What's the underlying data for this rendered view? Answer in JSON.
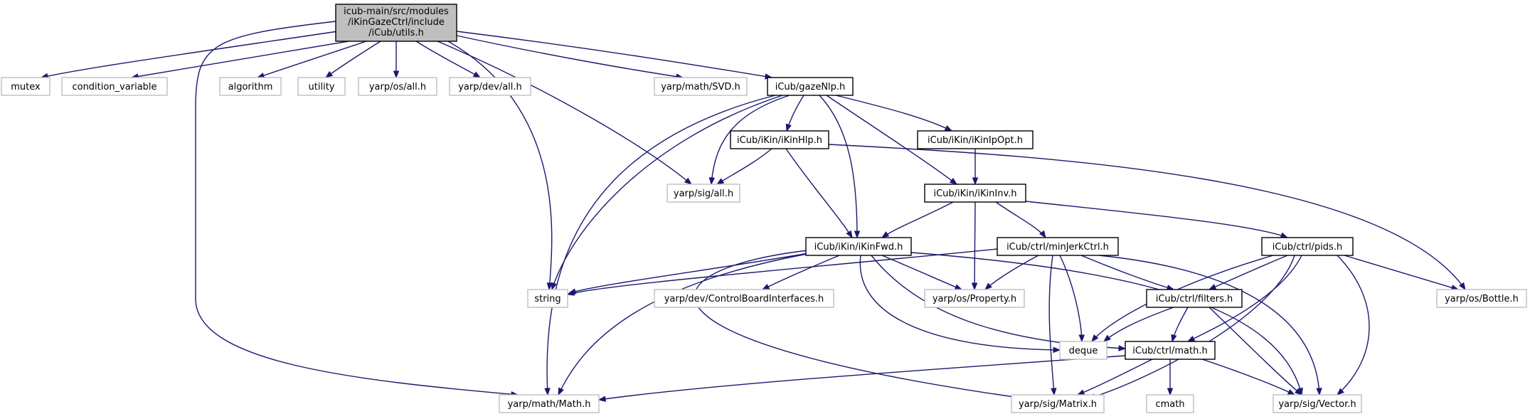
{
  "graph": {
    "colors": {
      "edge": "#191970",
      "root_fill": "#bfbfbf",
      "local_border": "#000000",
      "external_border": "#bfbfbf"
    },
    "nodes": {
      "root": [
        "icub-main/src/modules",
        "/iKinGazeCtrl/include",
        "/iCub/utils.h"
      ],
      "mutex": "mutex",
      "condition_variable": "condition_variable",
      "algorithm": "algorithm",
      "utility": "utility",
      "yarp_os_all": "yarp/os/all.h",
      "yarp_dev_all": "yarp/dev/all.h",
      "yarp_math_svd": "yarp/math/SVD.h",
      "gazenlp": "iCub/gazeNlp.h",
      "ikinhlp": "iCub/iKin/iKinHlp.h",
      "ikinipopt": "iCub/iKin/iKinIpOpt.h",
      "yarp_sig_all": "yarp/sig/all.h",
      "ikininv": "iCub/iKin/iKinInv.h",
      "ikinfwd": "iCub/iKin/iKinFwd.h",
      "minjerk": "iCub/ctrl/minJerkCtrl.h",
      "pids": "iCub/ctrl/pids.h",
      "string": "string",
      "cbi": "yarp/dev/ControlBoardInterfaces.h",
      "property": "yarp/os/Property.h",
      "filters": "iCub/ctrl/filters.h",
      "bottle": "yarp/os/Bottle.h",
      "deque": "deque",
      "ctrl_math": "iCub/ctrl/math.h",
      "yarp_math_math": "yarp/math/Math.h",
      "matrix": "yarp/sig/Matrix.h",
      "cmath": "cmath",
      "vector": "yarp/sig/Vector.h"
    }
  }
}
